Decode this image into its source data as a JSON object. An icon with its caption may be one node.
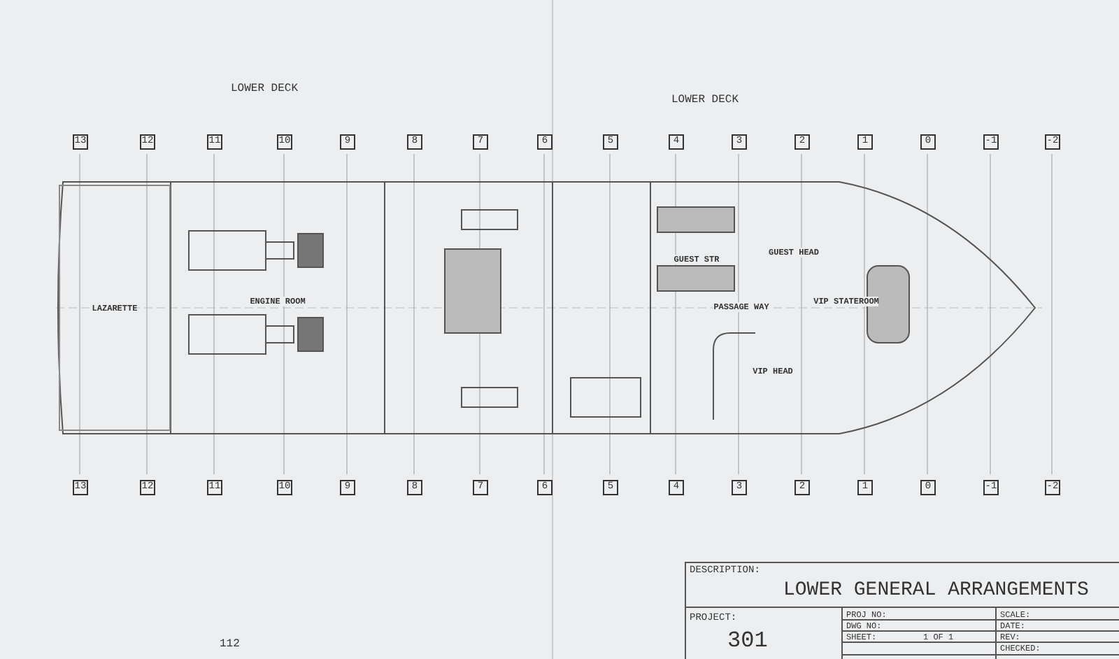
{
  "diagram": {
    "nodes": [
      {
        "text": [
          "LAZARETTE"
        ]
      },
      {
        "text": [
          "ENGINE ROOM"
        ]
      },
      {
        "text": [
          "GUEST STR"
        ]
      },
      {
        "text": [
          "GUEST HEAD"
        ]
      },
      {
        "text": [
          "PASSAGE WAY"
        ]
      },
      {
        "text": [
          "VIP STATEROOM"
        ]
      },
      {
        "text": [
          "VIP HEAD"
        ]
      }
    ],
    "labels": [
      "LOWER DECK",
      "LOWER DECK",
      "13",
      "12",
      "11",
      "10",
      "9",
      "8",
      "7",
      "6",
      "5",
      "4",
      "3",
      "2",
      "1",
      "0",
      "-1",
      "-2",
      "13",
      "12",
      "11",
      "10",
      "9",
      "8",
      "7",
      "6",
      "5",
      "4",
      "3",
      "2",
      "1",
      "0",
      "-1",
      "-2",
      "DESCRIPTION:",
      "LOWER GENERAL ARRANGEMENTS",
      "PROJECT:",
      "PROJ NO:",
      "SCALE:",
      "301",
      "DWG NO:",
      "DATE:",
      "SHEET:",
      "1 OF 1",
      "REV:",
      "CHECKED:",
      "112"
    ]
  }
}
